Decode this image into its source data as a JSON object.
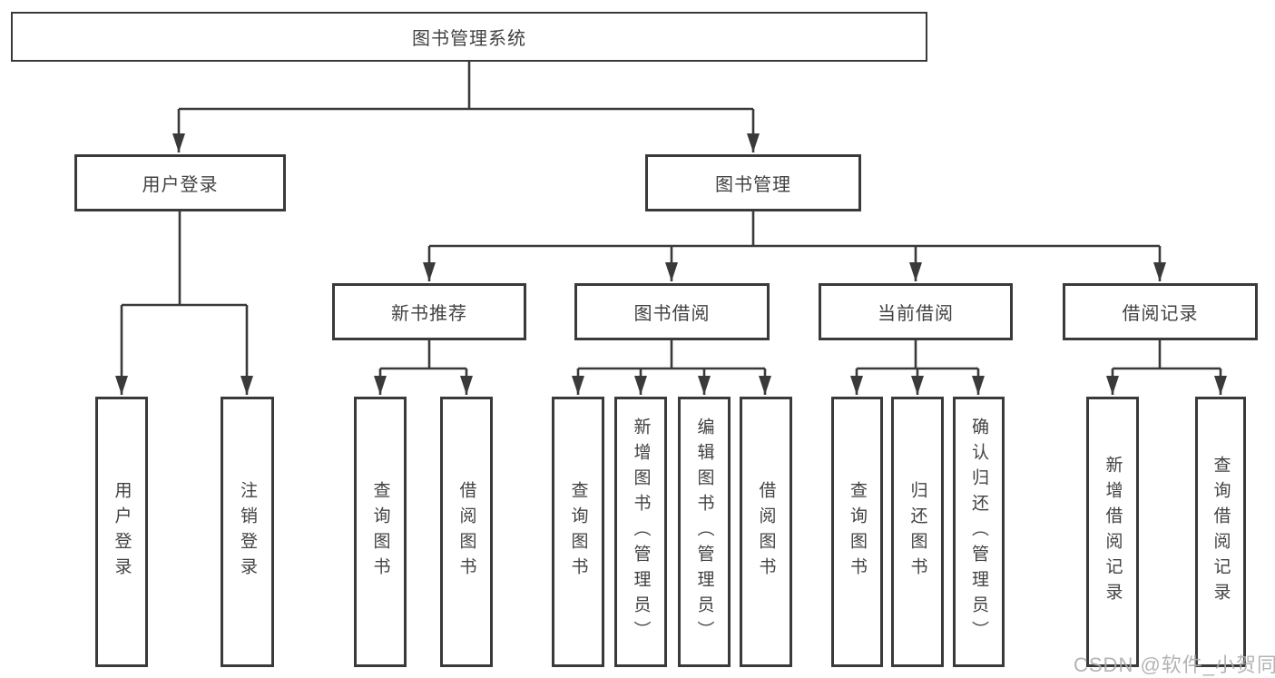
{
  "tree": {
    "root": "图书管理系统",
    "branches": [
      {
        "label": "用户登录",
        "children": [
          "用户登录",
          "注销登录"
        ]
      },
      {
        "label": "图书管理",
        "children": [
          {
            "label": "新书推荐",
            "children": [
              "查询图书",
              "借阅图书"
            ]
          },
          {
            "label": "图书借阅",
            "children": [
              "查询图书",
              "新增图书（管理员）",
              "编辑图书（管理员）",
              "借阅图书"
            ]
          },
          {
            "label": "当前借阅",
            "children": [
              "查询图书",
              "归还图书",
              "确认归还（管理员）"
            ]
          },
          {
            "label": "借阅记录",
            "children": [
              "新增借阅记录",
              "查询借阅记录"
            ]
          }
        ]
      }
    ]
  },
  "watermark": "CSDN @软件_小贺同学",
  "colors": {
    "line": "#3a3a3a",
    "box_border": "#3a3a3a",
    "box_background": "#ffffff",
    "text": "#424242",
    "watermark": "#acacac",
    "page_background": "#ffffff"
  }
}
